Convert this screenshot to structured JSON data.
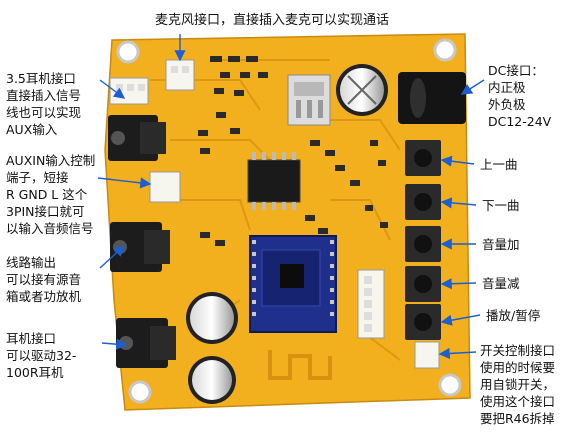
{
  "labels": {
    "mic": "麦克风接口，直接插入麦克可以实现通话",
    "headphone_35": "3.5耳机接口\n直接插入信号\n线也可以实现\nAUX输入",
    "auxin_ctrl": "AUXIN输入控制\n端子，短接\nR GND L 这个\n3PIN接口就可\n以输入音频信号",
    "line_out": "线路输出\n可以接有源音\n箱或者功放机",
    "headphone_drive": "耳机接口\n可以驱动32-\n100R耳机",
    "dc": "DC接口：\n内正极\n外负极\nDC12-24V",
    "prev": "上一曲",
    "next": "下一曲",
    "vol_up": "音量加",
    "vol_down": "音量减",
    "play_pause": "播放/暂停",
    "switch_ctrl": "开关控制接口\n使用的时候要\n用自锁开关，\n使用这个接口\n要把R46拆掉"
  },
  "colors": {
    "pcb": "#f2b01e",
    "pcb_dark": "#d8920e",
    "arrow": "#1d5fd1",
    "module": "#1f2f8c",
    "chip": "#1a1a1a"
  }
}
